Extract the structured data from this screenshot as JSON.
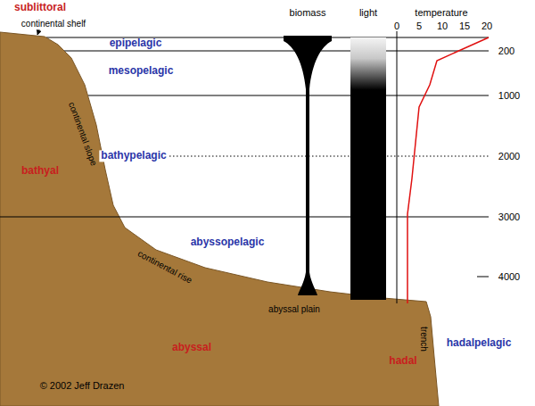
{
  "diagram": {
    "labels": [
      "sublittoral",
      "continental shelf",
      "epipelagic",
      "mesopelagic",
      "bathypelagic",
      "abyssopelagic",
      "hadalpelagic",
      "bathyal",
      "abyssal",
      "hadal",
      "continental slope",
      "continental rise",
      "abyssal plain",
      "trench",
      "biomass",
      "light",
      "temperature",
      "0",
      "5",
      "10",
      "15",
      "20",
      "200",
      "1000",
      "2000",
      "3000",
      "4000",
      "© 2002 Jeff Drazen"
    ]
  }
}
